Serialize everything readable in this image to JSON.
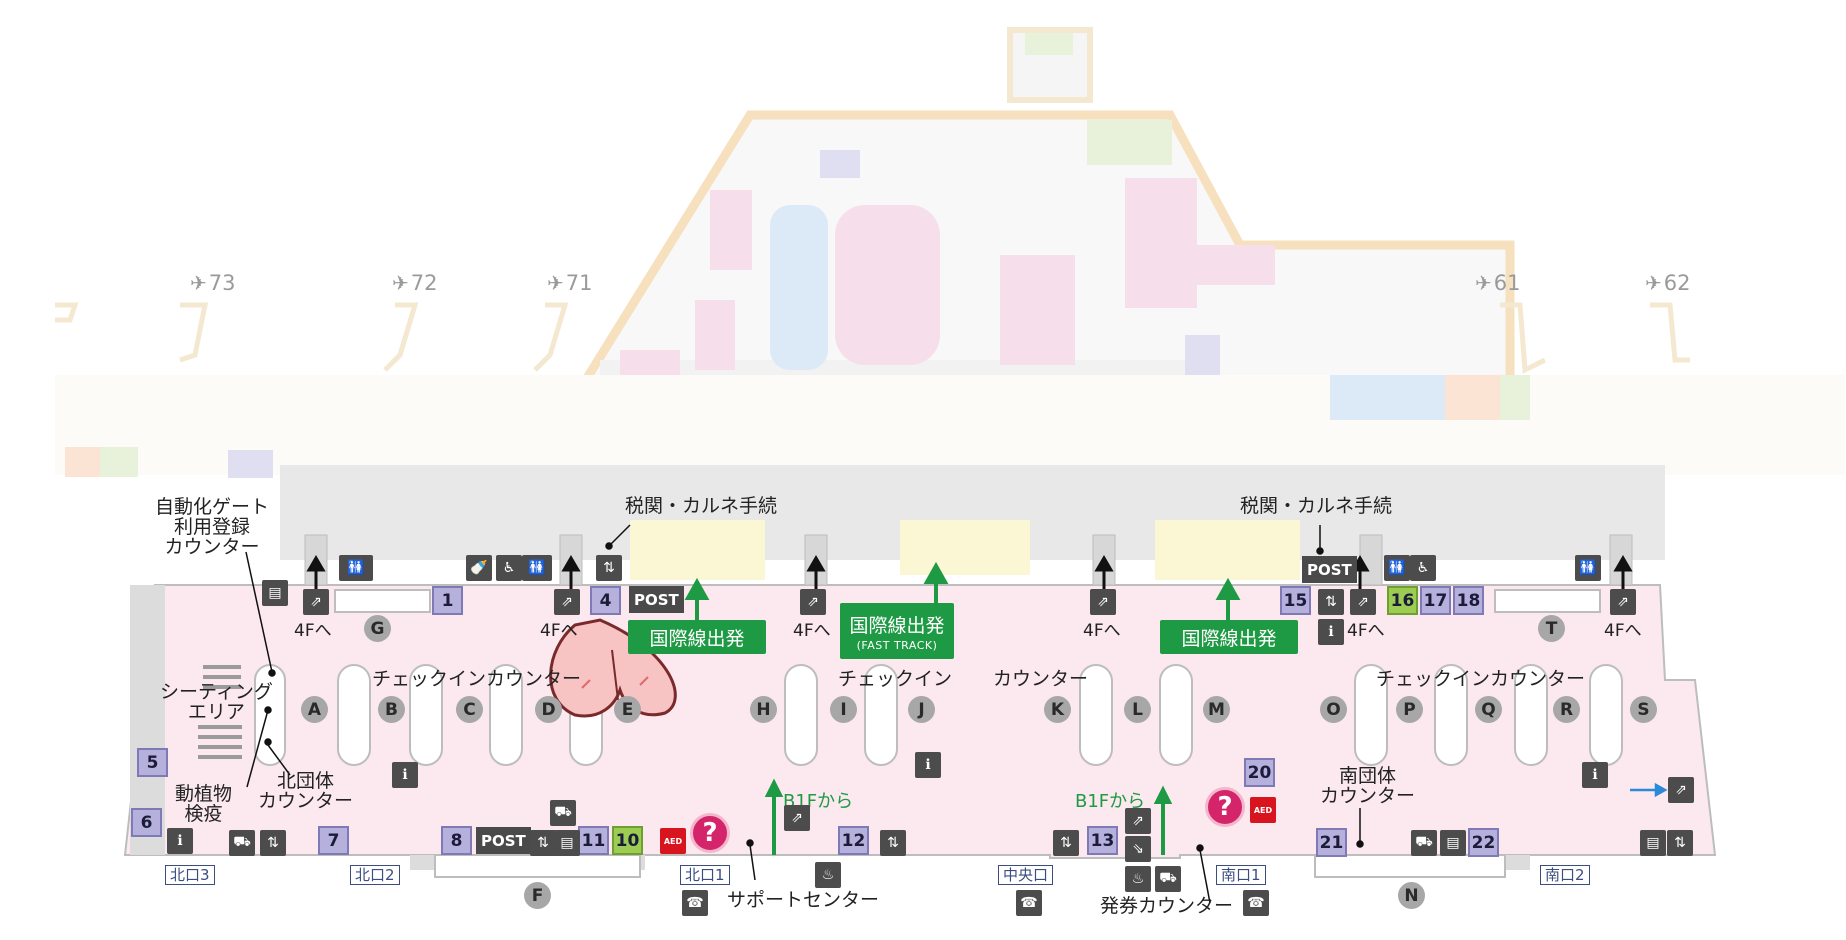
{
  "gates": [
    {
      "id": "g73",
      "label": "73"
    },
    {
      "id": "g72",
      "label": "72"
    },
    {
      "id": "g71",
      "label": "71"
    },
    {
      "id": "g61",
      "label": "61"
    },
    {
      "id": "g62",
      "label": "62"
    }
  ],
  "labels": {
    "auto_gate": "自動化ゲート\n利用登録\nカウンター",
    "seating": "シーティング\nエリア",
    "plant": "動植物\n検疫",
    "north_group": "北団体\nカウンター",
    "south_group": "南団体\nカウンター",
    "customs_left": "税関・カルネ手続",
    "customs_right": "税関・カルネ手続",
    "checkin_left": "チェックインカウンター",
    "checkin_mid": "チェックイン",
    "counter_mid": "カウンター",
    "checkin_right": "チェックインカウンター",
    "support": "サポートセンター",
    "ticket": "発券カウンター",
    "b1f_left": "B1Fから",
    "b1f_right": "B1Fから",
    "to4f": "4Fへ"
  },
  "departures": [
    {
      "id": "dep1",
      "label": "国際線出発",
      "sub": ""
    },
    {
      "id": "dep2",
      "label": "国際線出発",
      "sub": "(FAST TRACK)"
    },
    {
      "id": "dep3",
      "label": "国際線出発",
      "sub": ""
    }
  ],
  "counters": [
    "A",
    "B",
    "C",
    "D",
    "E",
    "F",
    "G",
    "H",
    "I",
    "J",
    "K",
    "L",
    "M",
    "N",
    "O",
    "P",
    "Q",
    "R",
    "S",
    "T"
  ],
  "numbers": [
    "1",
    "4",
    "5",
    "6",
    "7",
    "8",
    "10",
    "11",
    "12",
    "13",
    "15",
    "16",
    "17",
    "18",
    "20",
    "21",
    "22"
  ],
  "post_label": "POST",
  "exits": [
    "北口3",
    "北口2",
    "北口1",
    "中央口",
    "南口1",
    "南口2"
  ],
  "info_mark": "?",
  "aed_label": "AED",
  "colors": {
    "floor": "#fbe9ef",
    "counter_grey": "#a7a7a7",
    "number_purple": "#b5b0dc",
    "number_green": "#9ccc52",
    "departure_green": "#1f9a44",
    "info_magenta": "#d4246a",
    "upper_outline": "#f6ddb8"
  },
  "icons": [
    "escalator-icon",
    "restroom-icon",
    "elevator-icon",
    "baggage-wrap-icon",
    "smoking-icon",
    "accessible-restroom-icon",
    "nursing-room-icon",
    "atm-icon",
    "phone-icon",
    "info-icon"
  ]
}
